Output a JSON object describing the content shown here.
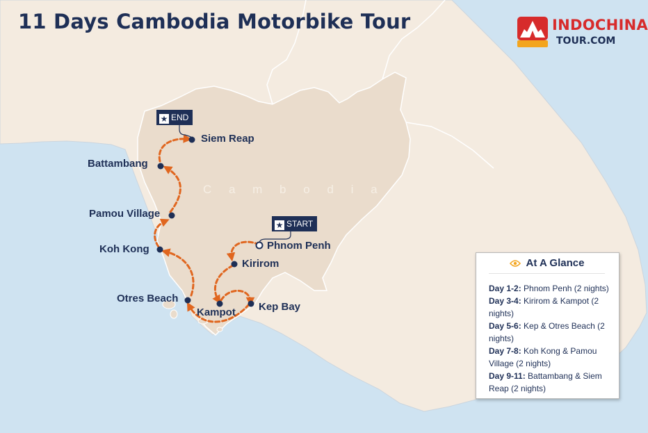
{
  "title": "11 Days Cambodia Motorbike Tour",
  "logo": {
    "line1": "INDOCHINA",
    "line2": "TOUR.COM"
  },
  "country_label": "C a m b o d i a",
  "markers": {
    "end": "END",
    "start": "START"
  },
  "cities": [
    {
      "id": "siem-reap",
      "name": "Siem Reap"
    },
    {
      "id": "battambang",
      "name": "Battambang"
    },
    {
      "id": "pamou-village",
      "name": "Pamou Village"
    },
    {
      "id": "koh-kong",
      "name": "Koh Kong"
    },
    {
      "id": "otres-beach",
      "name": "Otres Beach"
    },
    {
      "id": "kampot",
      "name": "Kampot"
    },
    {
      "id": "kep-bay",
      "name": "Kep Bay"
    },
    {
      "id": "kirirom",
      "name": "Kirirom"
    },
    {
      "id": "phnom-penh",
      "name": "Phnom Penh"
    }
  ],
  "glance": {
    "title": "At A Glance",
    "items": [
      {
        "day": "Day 1-2:",
        "text": "Phnom Penh (2 nights)"
      },
      {
        "day": "Day 3-4:",
        "text": "Kirirom & Kampot (2 nights)"
      },
      {
        "day": "Day 5-6:",
        "text": "Kep & Otres Beach (2 nights)"
      },
      {
        "day": "Day 7-8:",
        "text": "Koh Kong & Pamou Village (2 nights)"
      },
      {
        "day": "Day 9-11:",
        "text": "Battambang & Siem Reap (2 nights)"
      }
    ]
  },
  "colors": {
    "sea": "#cfe3f1",
    "land": "#f4ebe0",
    "cambodia": "#eadccc",
    "route": "#e0661f",
    "navy": "#1e2f56",
    "logo_red": "#d72b2b"
  }
}
